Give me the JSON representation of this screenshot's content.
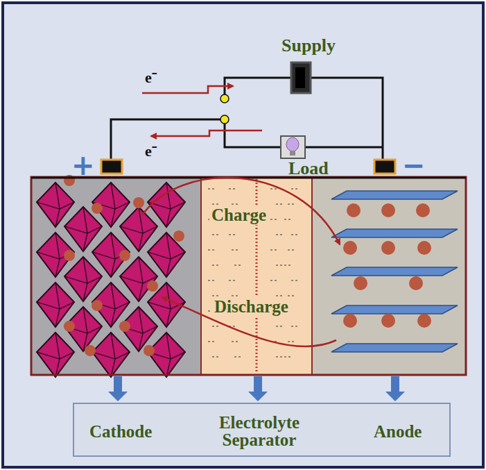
{
  "diagram": {
    "nodes": [
      {
        "text": [
          "Supply"
        ]
      },
      {
        "text": [
          "Load"
        ]
      },
      {
        "text": [
          "Cathode",
          "Electrolyte Separator",
          "Anode"
        ]
      }
    ],
    "labels": [
      "e⁻",
      "e⁻",
      "+",
      "−",
      "Charge",
      "Discharge"
    ]
  }
}
